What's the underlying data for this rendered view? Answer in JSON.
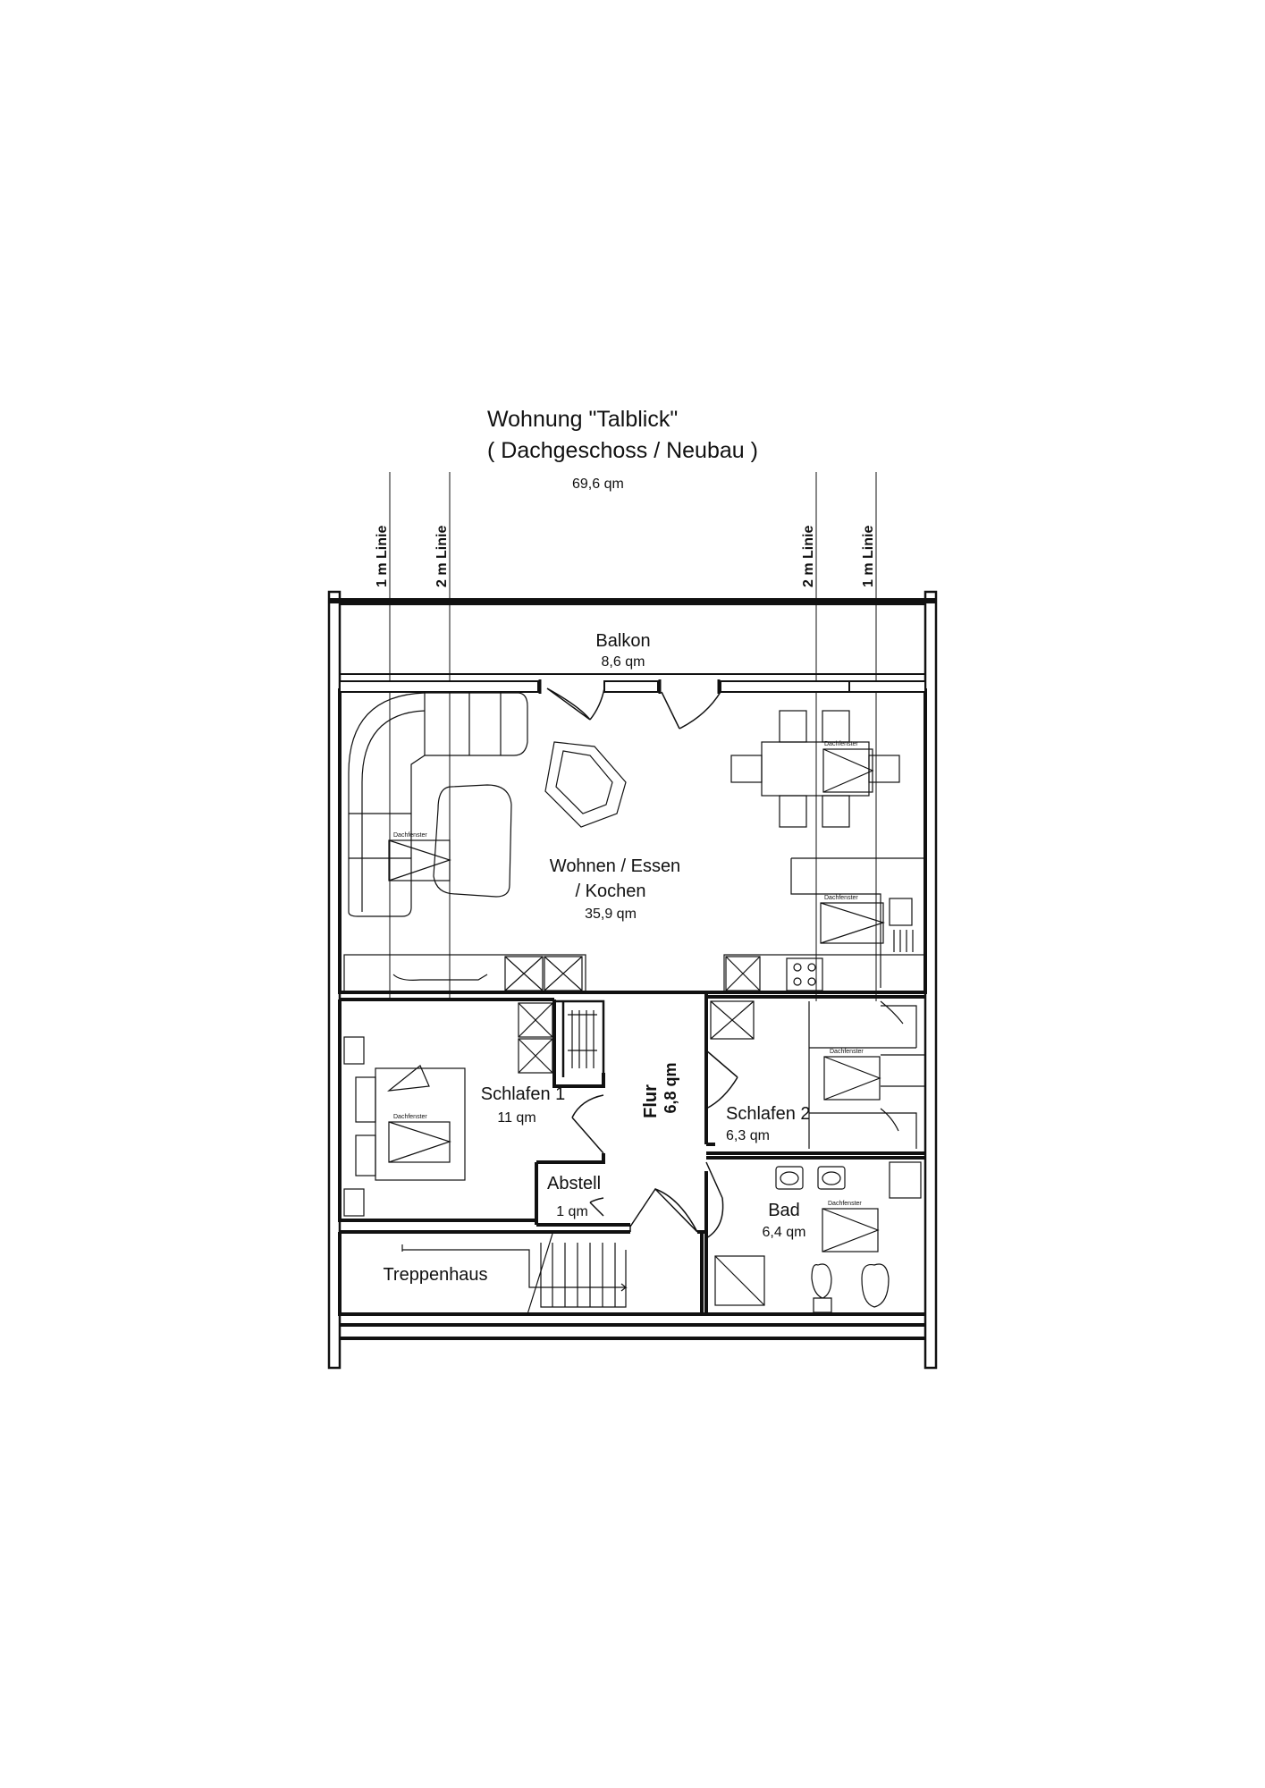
{
  "header": {
    "title": "Wohnung \"Talblick\"",
    "subtitle": "( Dachgeschoss / Neubau )",
    "total_area": "69,6 qm"
  },
  "lines": {
    "one_m": "1 m  Linie",
    "two_m": "2 m  Linie"
  },
  "rooms": {
    "balkon": {
      "name": "Balkon",
      "area": "8,6 qm"
    },
    "wohnen": {
      "name_line1": "Wohnen / Essen",
      "name_line2": "/ Kochen",
      "area": "35,9 qm"
    },
    "schlafen1": {
      "name": "Schlafen 1",
      "area": "11 qm"
    },
    "flur": {
      "name": "Flur",
      "area": "6,8 qm"
    },
    "schlafen2": {
      "name": "Schlafen 2",
      "area": "6,3 qm"
    },
    "abstell": {
      "name": "Abstell",
      "area": "1 qm"
    },
    "bad": {
      "name": "Bad",
      "area": "6,4 qm"
    },
    "treppenhaus": {
      "name": "Treppenhaus"
    }
  },
  "skylight_label": "Dachfenster",
  "colors": {
    "line": "#111111",
    "background": "#ffffff"
  }
}
